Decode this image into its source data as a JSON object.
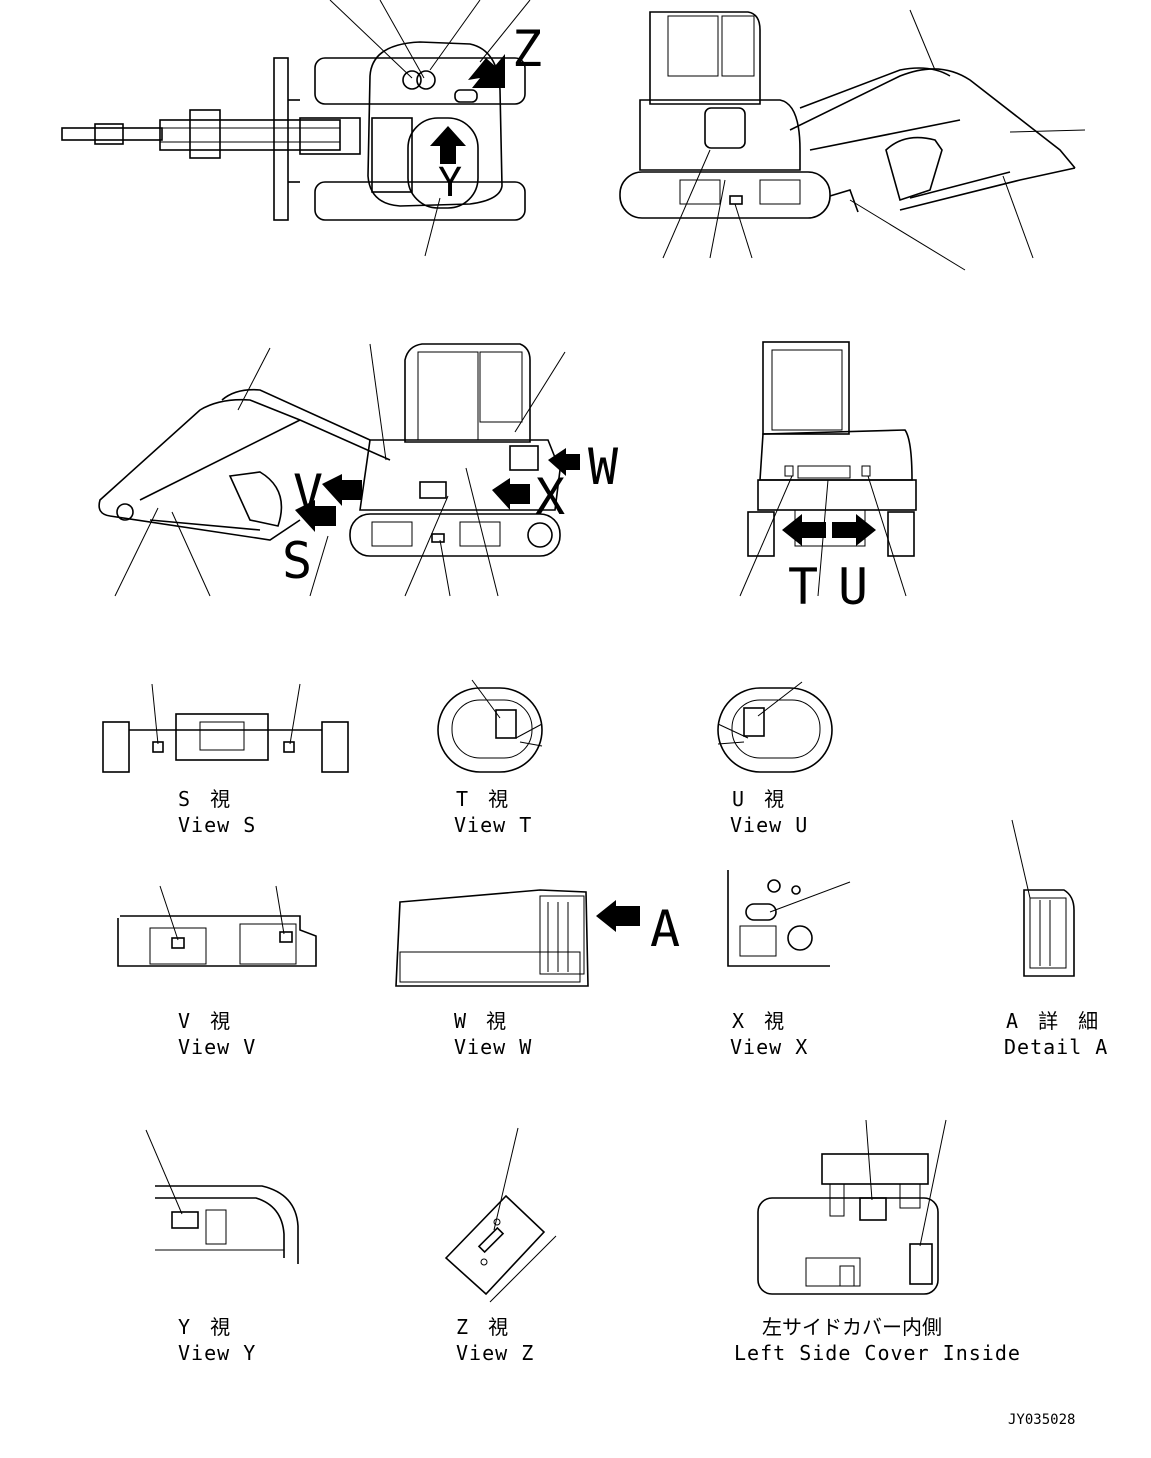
{
  "arrow_labels": {
    "z": "Z",
    "y": "Y",
    "v": "V",
    "s": "S",
    "w": "W",
    "x": "X",
    "t": "T",
    "u": "U",
    "a": "A"
  },
  "views": {
    "s": {
      "jp": "S 視",
      "en": "View S"
    },
    "t": {
      "jp": "T 視",
      "en": "View T"
    },
    "u": {
      "jp": "U 視",
      "en": "View U"
    },
    "v": {
      "jp": "V 視",
      "en": "View V"
    },
    "w": {
      "jp": "W 視",
      "en": "View W"
    },
    "x": {
      "jp": "X 視",
      "en": "View X"
    },
    "a": {
      "jp": "A 詳 細",
      "en": "Detail A"
    },
    "y": {
      "jp": "Y 視",
      "en": "View Y"
    },
    "z": {
      "jp": "Z 視",
      "en": "View Z"
    },
    "cover": {
      "jp": "左サイドカバー内側",
      "en": "Left Side Cover Inside"
    }
  },
  "drawing_number": "JY035028"
}
